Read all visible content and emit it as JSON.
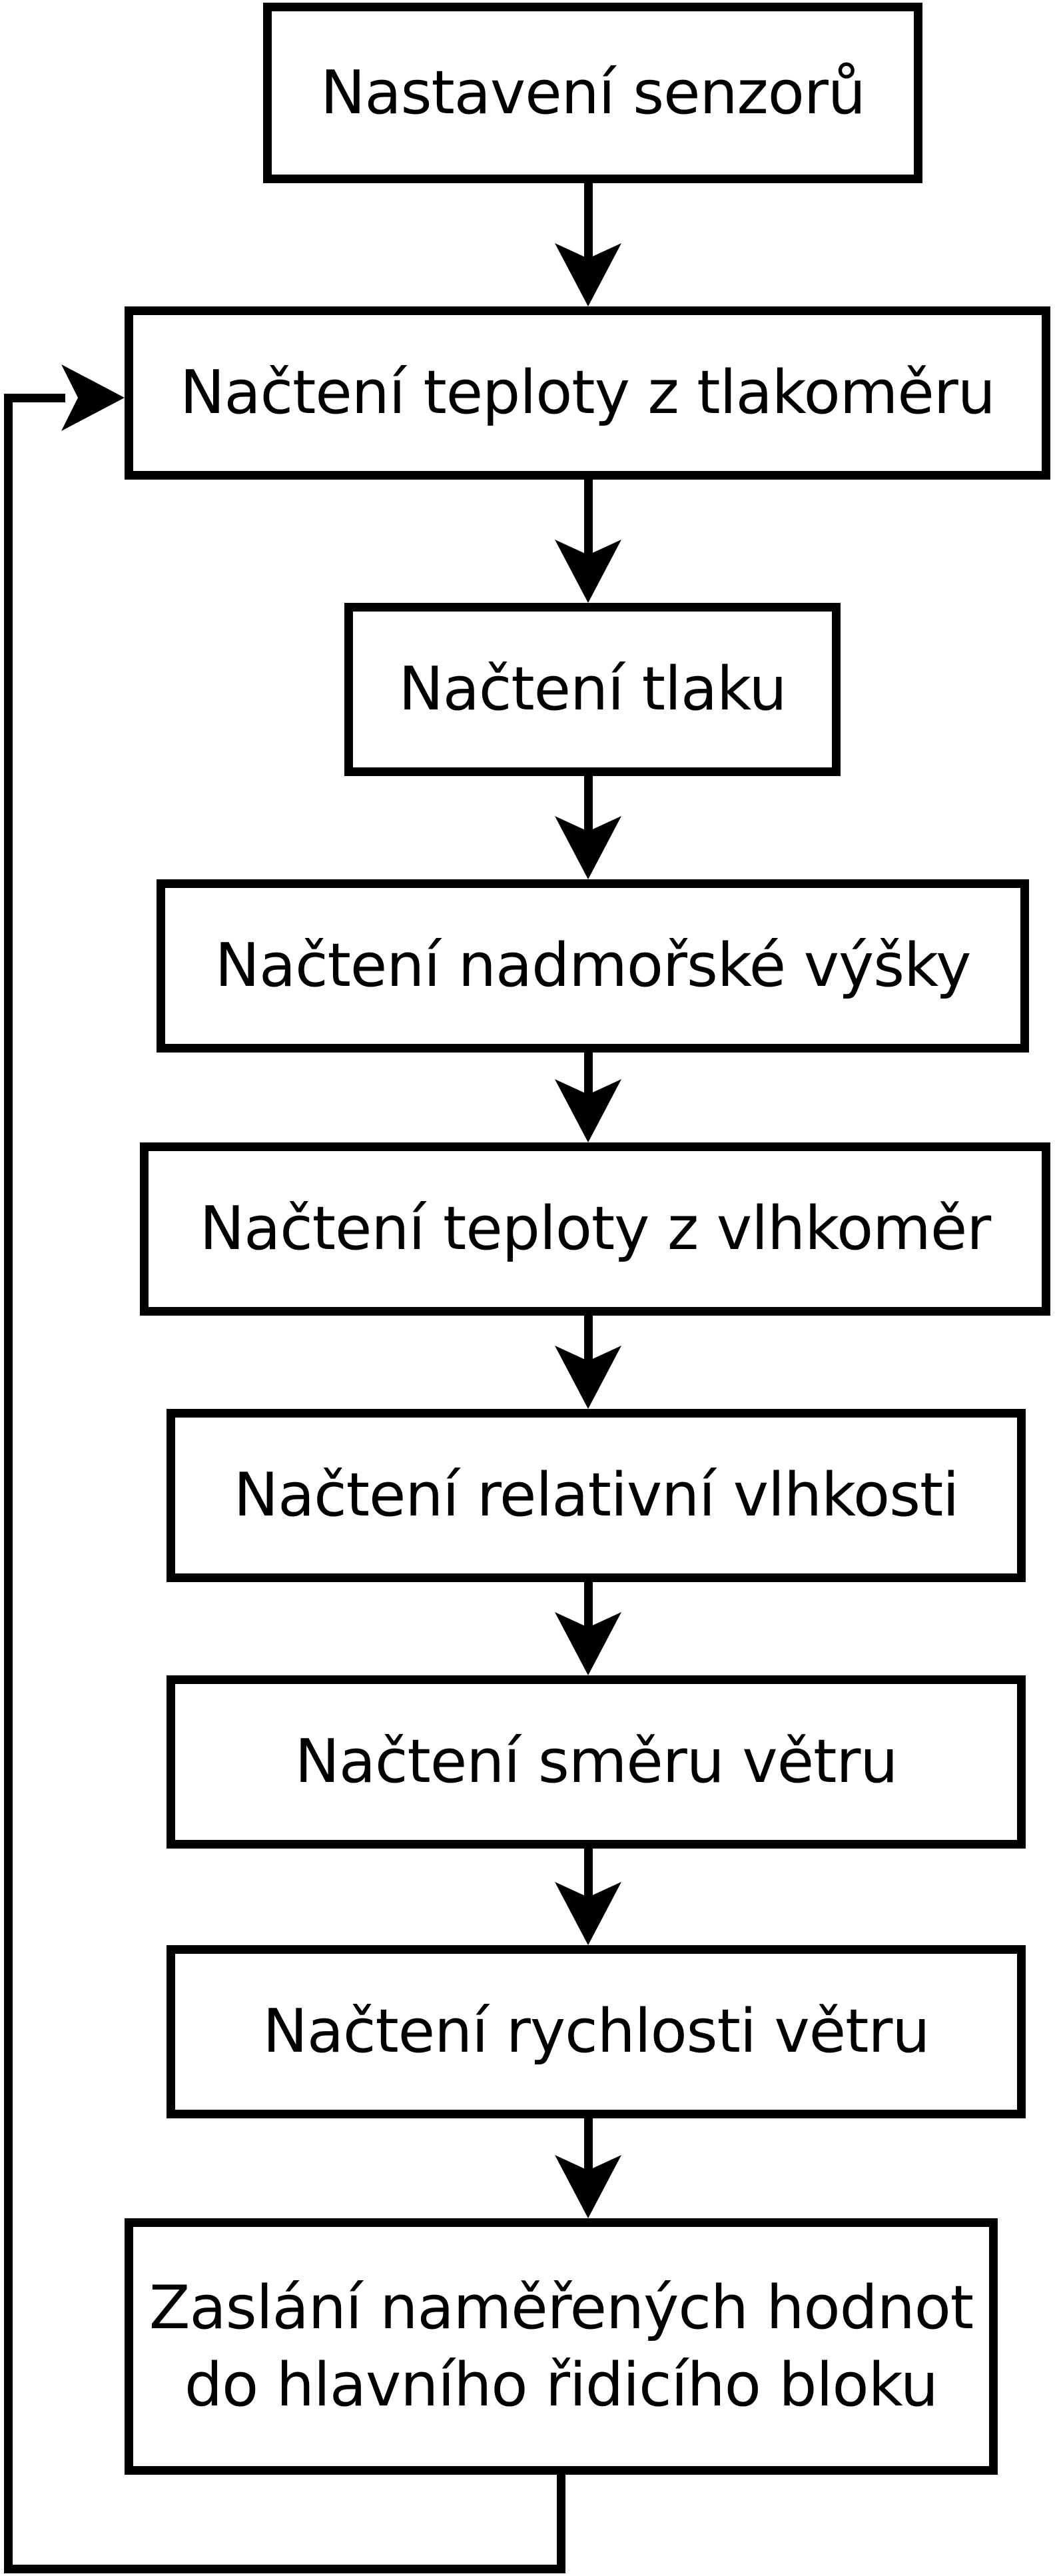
{
  "diagram": {
    "type": "flowchart",
    "language": "cs",
    "colors": {
      "line": "#000000",
      "text": "#000000",
      "background": "#ffffff"
    },
    "node_shape": "process-rectangle",
    "steps": [
      {
        "id": 1,
        "label": "Nastavení senzorů"
      },
      {
        "id": 2,
        "label": "Načtení teploty z tlakoměru"
      },
      {
        "id": 3,
        "label": "Načtení tlaku"
      },
      {
        "id": 4,
        "label": "Načtení nadmořské výšky"
      },
      {
        "id": 5,
        "label": "Načtení teploty z vlhkoměr"
      },
      {
        "id": 6,
        "label": "Načtení relativní vlhkosti"
      },
      {
        "id": 7,
        "label": "Načtení směru větru"
      },
      {
        "id": 8,
        "label": "Načtení rychlosti větru"
      },
      {
        "id": 9,
        "label": "Zaslání naměřených hodnot do hlavního řidicího bloku",
        "lines": [
          "Zaslání naměřených hodnot",
          "do hlavního řidicího bloku"
        ]
      }
    ],
    "edges": [
      {
        "from": 1,
        "to": 2,
        "type": "arrow-down"
      },
      {
        "from": 2,
        "to": 3,
        "type": "arrow-down"
      },
      {
        "from": 3,
        "to": 4,
        "type": "arrow-down"
      },
      {
        "from": 4,
        "to": 5,
        "type": "arrow-down"
      },
      {
        "from": 5,
        "to": 6,
        "type": "arrow-down"
      },
      {
        "from": 6,
        "to": 7,
        "type": "arrow-down"
      },
      {
        "from": 7,
        "to": 8,
        "type": "arrow-down"
      },
      {
        "from": 8,
        "to": 9,
        "type": "arrow-down"
      },
      {
        "from": 9,
        "to": 2,
        "type": "loop-back-left"
      }
    ]
  }
}
